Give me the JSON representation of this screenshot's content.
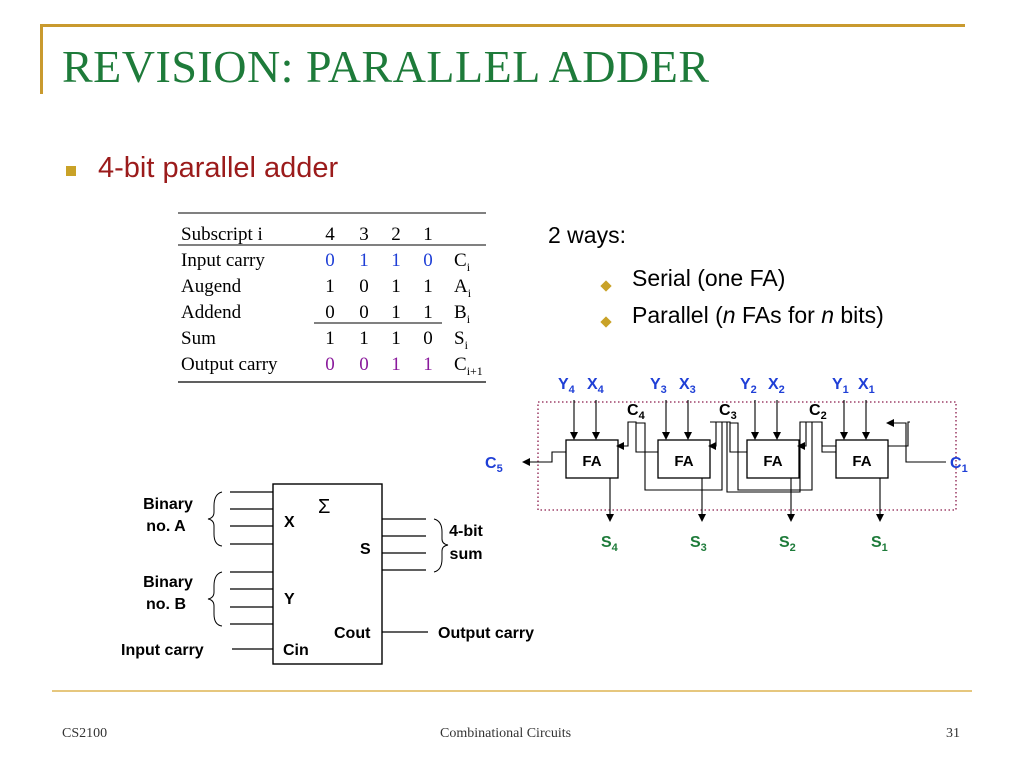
{
  "slide": {
    "title": "REVISION: PARALLEL ADDER",
    "bullet": "4-bit parallel adder",
    "ways_heading": "2 ways:",
    "way_serial": "Serial (one FA)",
    "way_parallel_a": "Parallel (",
    "way_parallel_n1": "n",
    "way_parallel_b": " FAs for ",
    "way_parallel_n2": "n",
    "way_parallel_c": " bits)"
  },
  "table": {
    "rows": [
      {
        "label": "Subscript i",
        "cells": [
          "4",
          "3",
          "2",
          "1"
        ],
        "suffix": "",
        "sub": ""
      },
      {
        "label": "Input carry",
        "cells": [
          "0",
          "1",
          "1",
          "0"
        ],
        "suffix": "C",
        "sub": "i"
      },
      {
        "label": "Augend",
        "cells": [
          "1",
          "0",
          "1",
          "1"
        ],
        "suffix": "A",
        "sub": "i"
      },
      {
        "label": "Addend",
        "cells": [
          "0",
          "0",
          "1",
          "1"
        ],
        "suffix": "B",
        "sub": "i"
      },
      {
        "label": "Sum",
        "cells": [
          "1",
          "1",
          "1",
          "0"
        ],
        "suffix": "S",
        "sub": "i"
      },
      {
        "label": "Output carry",
        "cells": [
          "0",
          "0",
          "1",
          "1"
        ],
        "suffix": "C",
        "sub": "i+1"
      }
    ],
    "colors": {
      "input_carry": "#1f3fd6",
      "output_carry": "#8a1a9c"
    }
  },
  "block": {
    "binary_a_line1": "Binary",
    "binary_a_line2": "no. A",
    "binary_b_line1": "Binary",
    "binary_b_line2": "no. B",
    "input_carry": "Input carry",
    "port_x": "X",
    "port_y": "Y",
    "port_s": "S",
    "port_cin": "Cin",
    "port_cout": "Cout",
    "sigma": "Σ",
    "sum_line1": "4-bit",
    "sum_line2": "sum",
    "output_carry": "Output carry"
  },
  "fa_chain": {
    "box_label": "FA",
    "top_labels": [
      {
        "y": "Y",
        "ysub": "4",
        "x": "X",
        "xsub": "4"
      },
      {
        "y": "Y",
        "ysub": "3",
        "x": "X",
        "xsub": "3"
      },
      {
        "y": "Y",
        "ysub": "2",
        "x": "X",
        "xsub": "2"
      },
      {
        "y": "Y",
        "ysub": "1",
        "x": "X",
        "xsub": "1"
      }
    ],
    "carries": [
      {
        "c": "C",
        "sub": "4"
      },
      {
        "c": "C",
        "sub": "3"
      },
      {
        "c": "C",
        "sub": "2"
      }
    ],
    "outputs": [
      {
        "s": "S",
        "sub": "4"
      },
      {
        "s": "S",
        "sub": "3"
      },
      {
        "s": "S",
        "sub": "2"
      },
      {
        "s": "S",
        "sub": "1"
      }
    ],
    "c5": {
      "c": "C",
      "sub": "5"
    },
    "c1": {
      "c": "C",
      "sub": "1"
    },
    "colors": {
      "blue": "#1f3fd6",
      "green": "#1e7b3a",
      "dotted": "#8a1a4a"
    }
  },
  "footer": {
    "course": "CS2100",
    "topic": "Combinational Circuits",
    "page": "31"
  },
  "colors": {
    "title": "#1e7b3a",
    "bullet_text": "#9b1b1b",
    "accent": "#c9a227",
    "frame": "#c99a2e"
  }
}
